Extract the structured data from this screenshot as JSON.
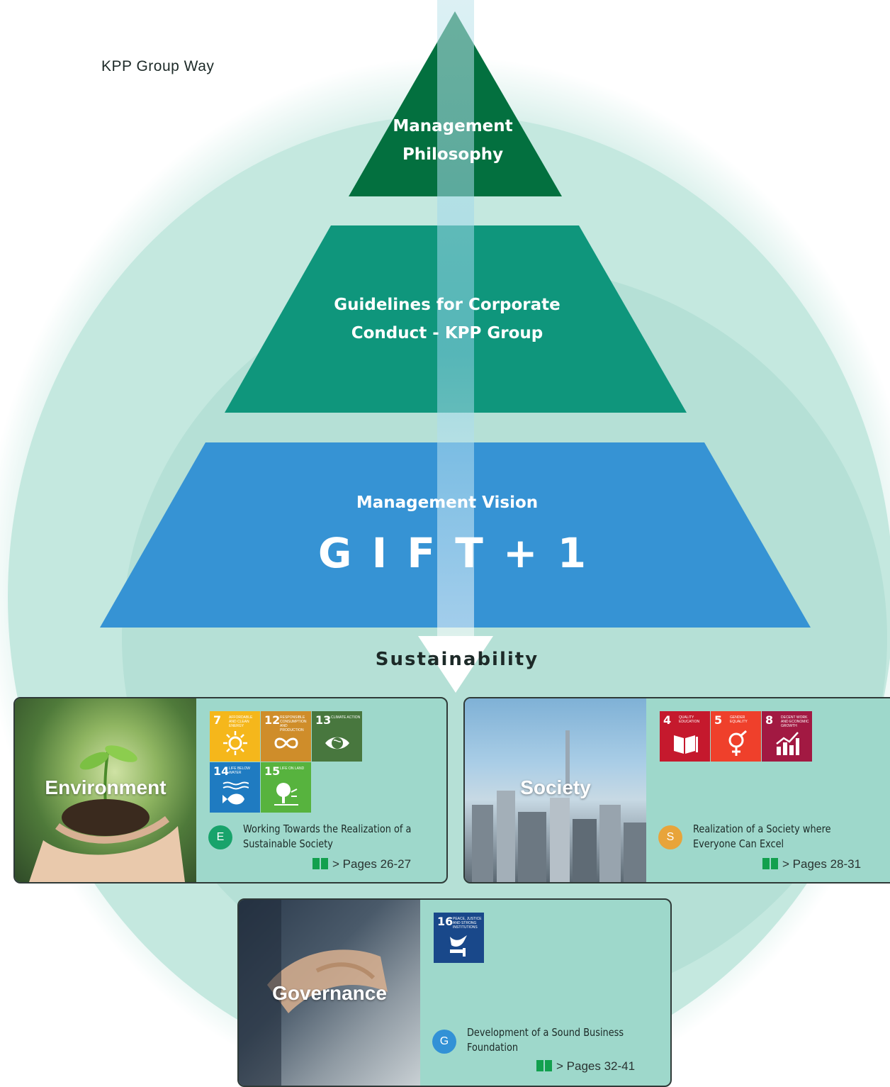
{
  "header": {
    "title": "KPP Group Way"
  },
  "pyramid": {
    "tier1": {
      "line1": "Management",
      "line2": "Philosophy"
    },
    "tier2": {
      "line1": "Guidelines for Corporate",
      "line2": "Conduct - KPP Group"
    },
    "tier3": {
      "subtitle": "Management Vision",
      "title": "G I F T + 1"
    }
  },
  "sustainability_label": "Sustainability",
  "cards": {
    "environment": {
      "label": "Environment",
      "badge": "E",
      "goal_line1": "Working Towards the Realization of a",
      "goal_line2": "Sustainable Society",
      "pages": "> Pages 26-27",
      "sdgs": [
        {
          "num": "7",
          "caption": "Affordable and clean energy",
          "color": "#f5b71b",
          "icon": "sun-icon"
        },
        {
          "num": "12",
          "caption": "Responsible consumption and production",
          "color": "#cf8d2a",
          "icon": "infinity-icon"
        },
        {
          "num": "13",
          "caption": "Climate action",
          "color": "#48773e",
          "icon": "eye-globe-icon"
        },
        {
          "num": "14",
          "caption": "Life below water",
          "color": "#1f7bc1",
          "icon": "fish-icon"
        },
        {
          "num": "15",
          "caption": "Life on land",
          "color": "#57b33e",
          "icon": "tree-icon"
        }
      ]
    },
    "society": {
      "label": "Society",
      "badge": "S",
      "goal_line1": "Realization of a Society where",
      "goal_line2": "Everyone Can Excel",
      "pages": "> Pages 28-31",
      "sdgs": [
        {
          "num": "4",
          "caption": "Quality education",
          "color": "#c5192d",
          "icon": "book-icon"
        },
        {
          "num": "5",
          "caption": "Gender equality",
          "color": "#ef402b",
          "icon": "gender-icon"
        },
        {
          "num": "8",
          "caption": "Decent work and economic growth",
          "color": "#a21942",
          "icon": "growth-chart-icon"
        }
      ]
    },
    "governance": {
      "label": "Governance",
      "badge": "G",
      "goal_line1": "Development of a Sound Business",
      "goal_line2": "Foundation",
      "pages": "> Pages 32-41",
      "sdgs": [
        {
          "num": "16",
          "caption": "Peace, justice and strong institutions",
          "color": "#19488a",
          "icon": "dove-gavel-icon"
        }
      ]
    }
  },
  "colors": {
    "tier1": "#03703f",
    "tier2": "#0f967c",
    "tier3": "#3693d4",
    "ring_outer": "#c6e8e0",
    "ring_inner": "#b6e0d7",
    "card_bg": "#9ed8cb",
    "badge_e": "#18a36b",
    "badge_s": "#e8a43a",
    "badge_g": "#3291d6"
  }
}
